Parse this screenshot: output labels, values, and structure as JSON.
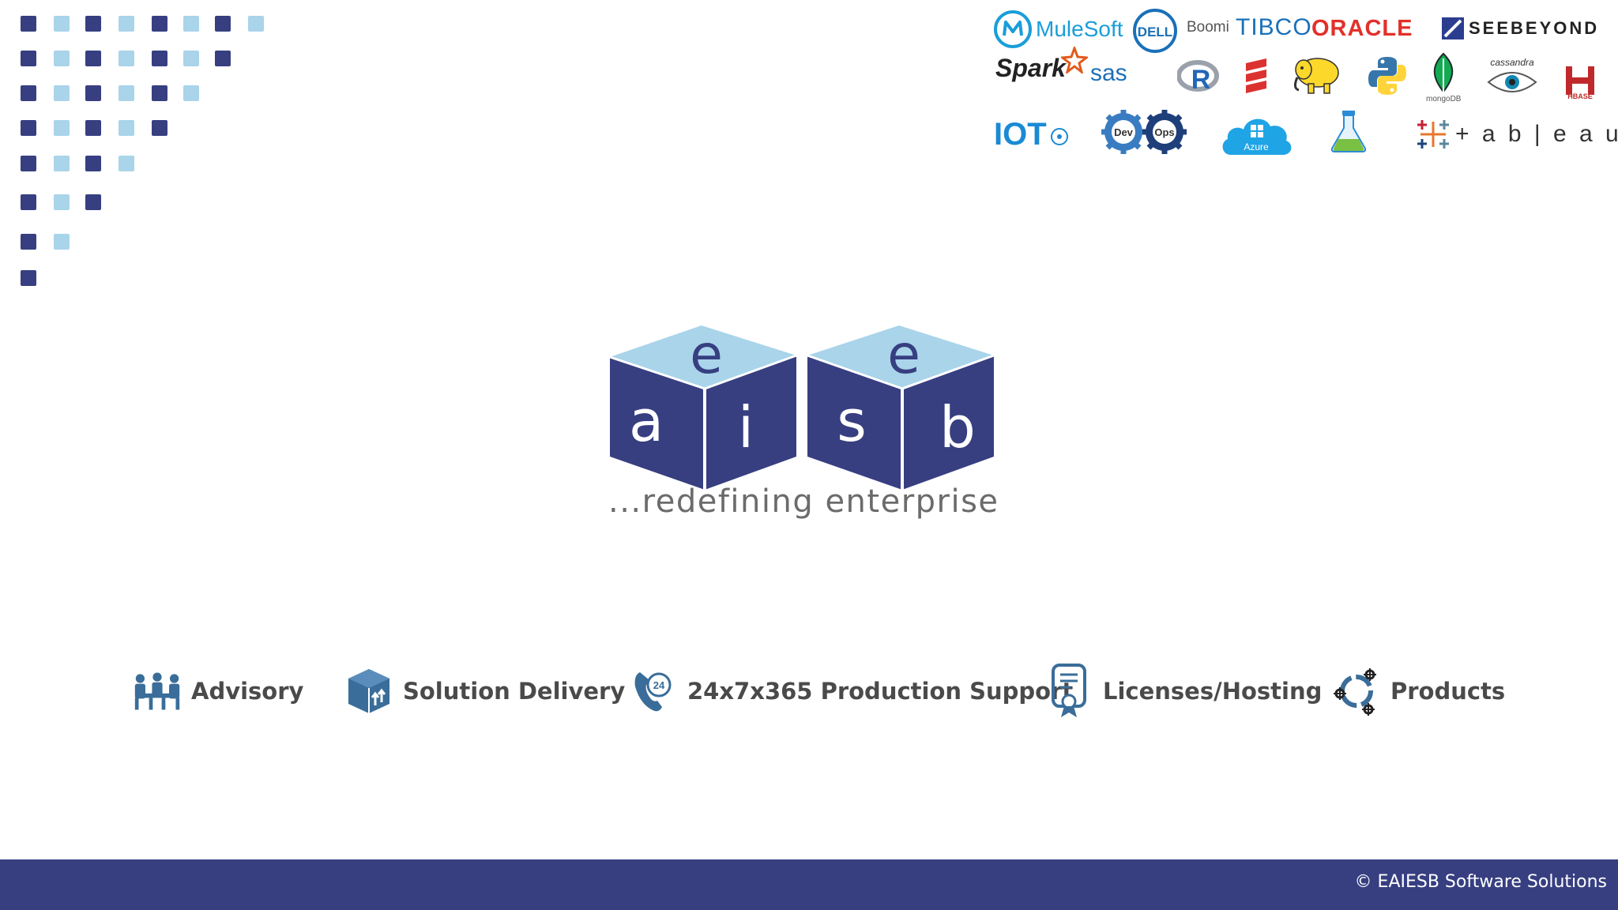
{
  "colors": {
    "navy": "#373f81",
    "light_blue": "#a9d4ea",
    "footer_bg": "#373f81",
    "text_gray": "#4a4a4a",
    "icon_blue": "#3a6d99"
  },
  "brand": {
    "cube_letters": [
      "e",
      "a",
      "i",
      "e",
      "s",
      "b"
    ],
    "tagline": "...redefining enterprise"
  },
  "logos": [
    {
      "name": "mulesoft-logo",
      "label": "MuleSoft"
    },
    {
      "name": "dell-logo",
      "label": "DELL"
    },
    {
      "name": "boomi-logo",
      "label": "Boomi"
    },
    {
      "name": "tibco-logo",
      "label": "TIBCO"
    },
    {
      "name": "oracle-logo",
      "label": "ORACLE"
    },
    {
      "name": "seebeyond-logo",
      "label": "SEEBEYOND"
    },
    {
      "name": "spark-logo",
      "label": "Spark"
    },
    {
      "name": "sas-logo",
      "label": "sas"
    },
    {
      "name": "r-logo",
      "label": "R"
    },
    {
      "name": "scala-logo",
      "label": ""
    },
    {
      "name": "hadoop-logo",
      "label": ""
    },
    {
      "name": "python-logo",
      "label": ""
    },
    {
      "name": "mongodb-logo",
      "label": "mongoDB"
    },
    {
      "name": "cassandra-logo",
      "label": "cassandra"
    },
    {
      "name": "hbase-logo",
      "label": "HBASE"
    },
    {
      "name": "iot-logo",
      "label": "IOT"
    },
    {
      "name": "devops-logo",
      "label": "Dev Ops"
    },
    {
      "name": "azure-logo",
      "label": "Azure"
    },
    {
      "name": "flask-logo",
      "label": ""
    },
    {
      "name": "tableau-logo",
      "label": "+ a b | e a u"
    }
  ],
  "services": [
    {
      "label": "Advisory",
      "icon": "team-meeting-icon"
    },
    {
      "label": "Solution Delivery",
      "icon": "package-delivery-icon"
    },
    {
      "label": "24x7x365 Production Support",
      "icon": "phone-24-icon"
    },
    {
      "label": "Licenses/Hosting",
      "icon": "certificate-icon"
    },
    {
      "label": "Products",
      "icon": "gears-icon"
    }
  ],
  "footer": {
    "copyright": "© EAIESB Software Solutions"
  }
}
